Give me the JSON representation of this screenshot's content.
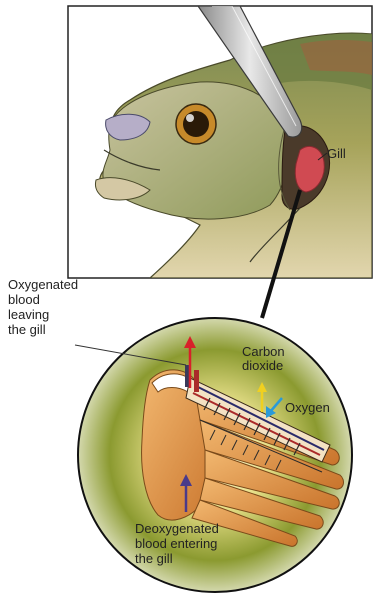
{
  "labels": {
    "gill": "Gill",
    "oxygenated": [
      "Oxygenated",
      "blood",
      "leaving",
      "the gill"
    ],
    "carbon_dioxide": [
      "Carbon",
      "dioxide"
    ],
    "oxygen": "Oxygen",
    "deoxygenated": [
      "Deoxygenated",
      "blood entering",
      "the gill"
    ]
  },
  "colors": {
    "fish_body": "#8d9a4c",
    "fish_belly": "#d6c89a",
    "gill_red": "#d04a52",
    "arrow_red": "#d8202a",
    "arrow_yellow": "#f0d020",
    "arrow_blue": "#2a9ad8",
    "arrow_purple": "#4a3a8a",
    "filament_orange": "#e39a4a",
    "glow_green": "#7a8a2a"
  },
  "icons": [
    "knife-icon",
    "fish-head-illustration",
    "gill-filament-illustration"
  ]
}
